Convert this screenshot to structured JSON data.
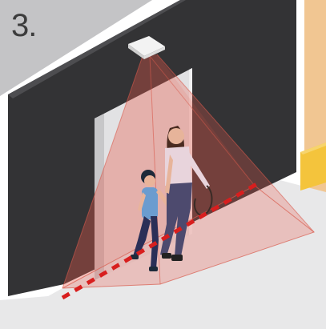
{
  "illustration": {
    "step_label": "3."
  },
  "colors": {
    "wall_dark": "#333335",
    "wall_top": "#4a4a4c",
    "back_wall": "#f6d3a6",
    "floor": "#e7e7e8",
    "left_wall": "#b9b9bb",
    "sensor_beam": "#e85a4a",
    "counting_line": "#d81e1e",
    "side_box": "#f4c43c"
  },
  "icons": {
    "sensor": "people-counter-sensor",
    "adult": "woman-walking",
    "child": "boy-walking"
  }
}
